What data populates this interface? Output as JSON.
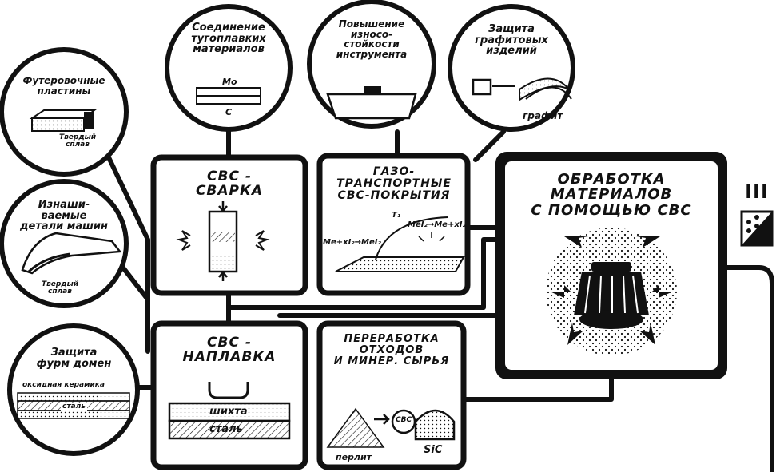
{
  "boxes": {
    "svs_welding": {
      "title": "СВС -\nСВАРКА"
    },
    "gas_transport": {
      "title": "ГАЗО-\nТРАНСПОРТНЫЕ\nСВС-ПОКРЫТИЯ",
      "formula_left": "Me+xI₂→MeI₂",
      "formula_right": "MeI₂→Me+xI₂",
      "temp": "T₁"
    },
    "main_processing": {
      "title": "ОБРАБОТКА\nМАТЕРИАЛОВ\nС ПОМОЩЬЮ СВС"
    },
    "svs_cladding": {
      "title": "СВС -\nНАПЛАВКА",
      "layer_top": "шихта",
      "layer_bottom": "сталь"
    },
    "waste_processing": {
      "title": "ПЕРЕРАБОТКА\nОТХОДОВ\nИ МИНЕР. СЫРЬЯ",
      "perlite": "перлит",
      "svs": "СВС",
      "product": "SiC"
    }
  },
  "circles": {
    "refractory_joining": {
      "title": "Соединение\nтугоплавких\nматериалов",
      "metal_top": "Mo",
      "metal_bottom": "C"
    },
    "tool_wear": {
      "title": "Повышение\nизносо-\nстойкости\nинструмента"
    },
    "graphite_protection": {
      "title": "Защита\nграфитовых\nизделий",
      "material": "графит"
    },
    "lining_plates": {
      "title": "Футеровочные\nпластины",
      "material": "Твердый\nсплав"
    },
    "wear_parts": {
      "title": "Изнаши-\nваемые\nдетали машин",
      "material": "Твердый\nсплав"
    },
    "tuyere_protection": {
      "title": "Защита\nфурм домен",
      "coating": "оксидная керамика",
      "base": "сталь"
    }
  },
  "section_mark": "III"
}
